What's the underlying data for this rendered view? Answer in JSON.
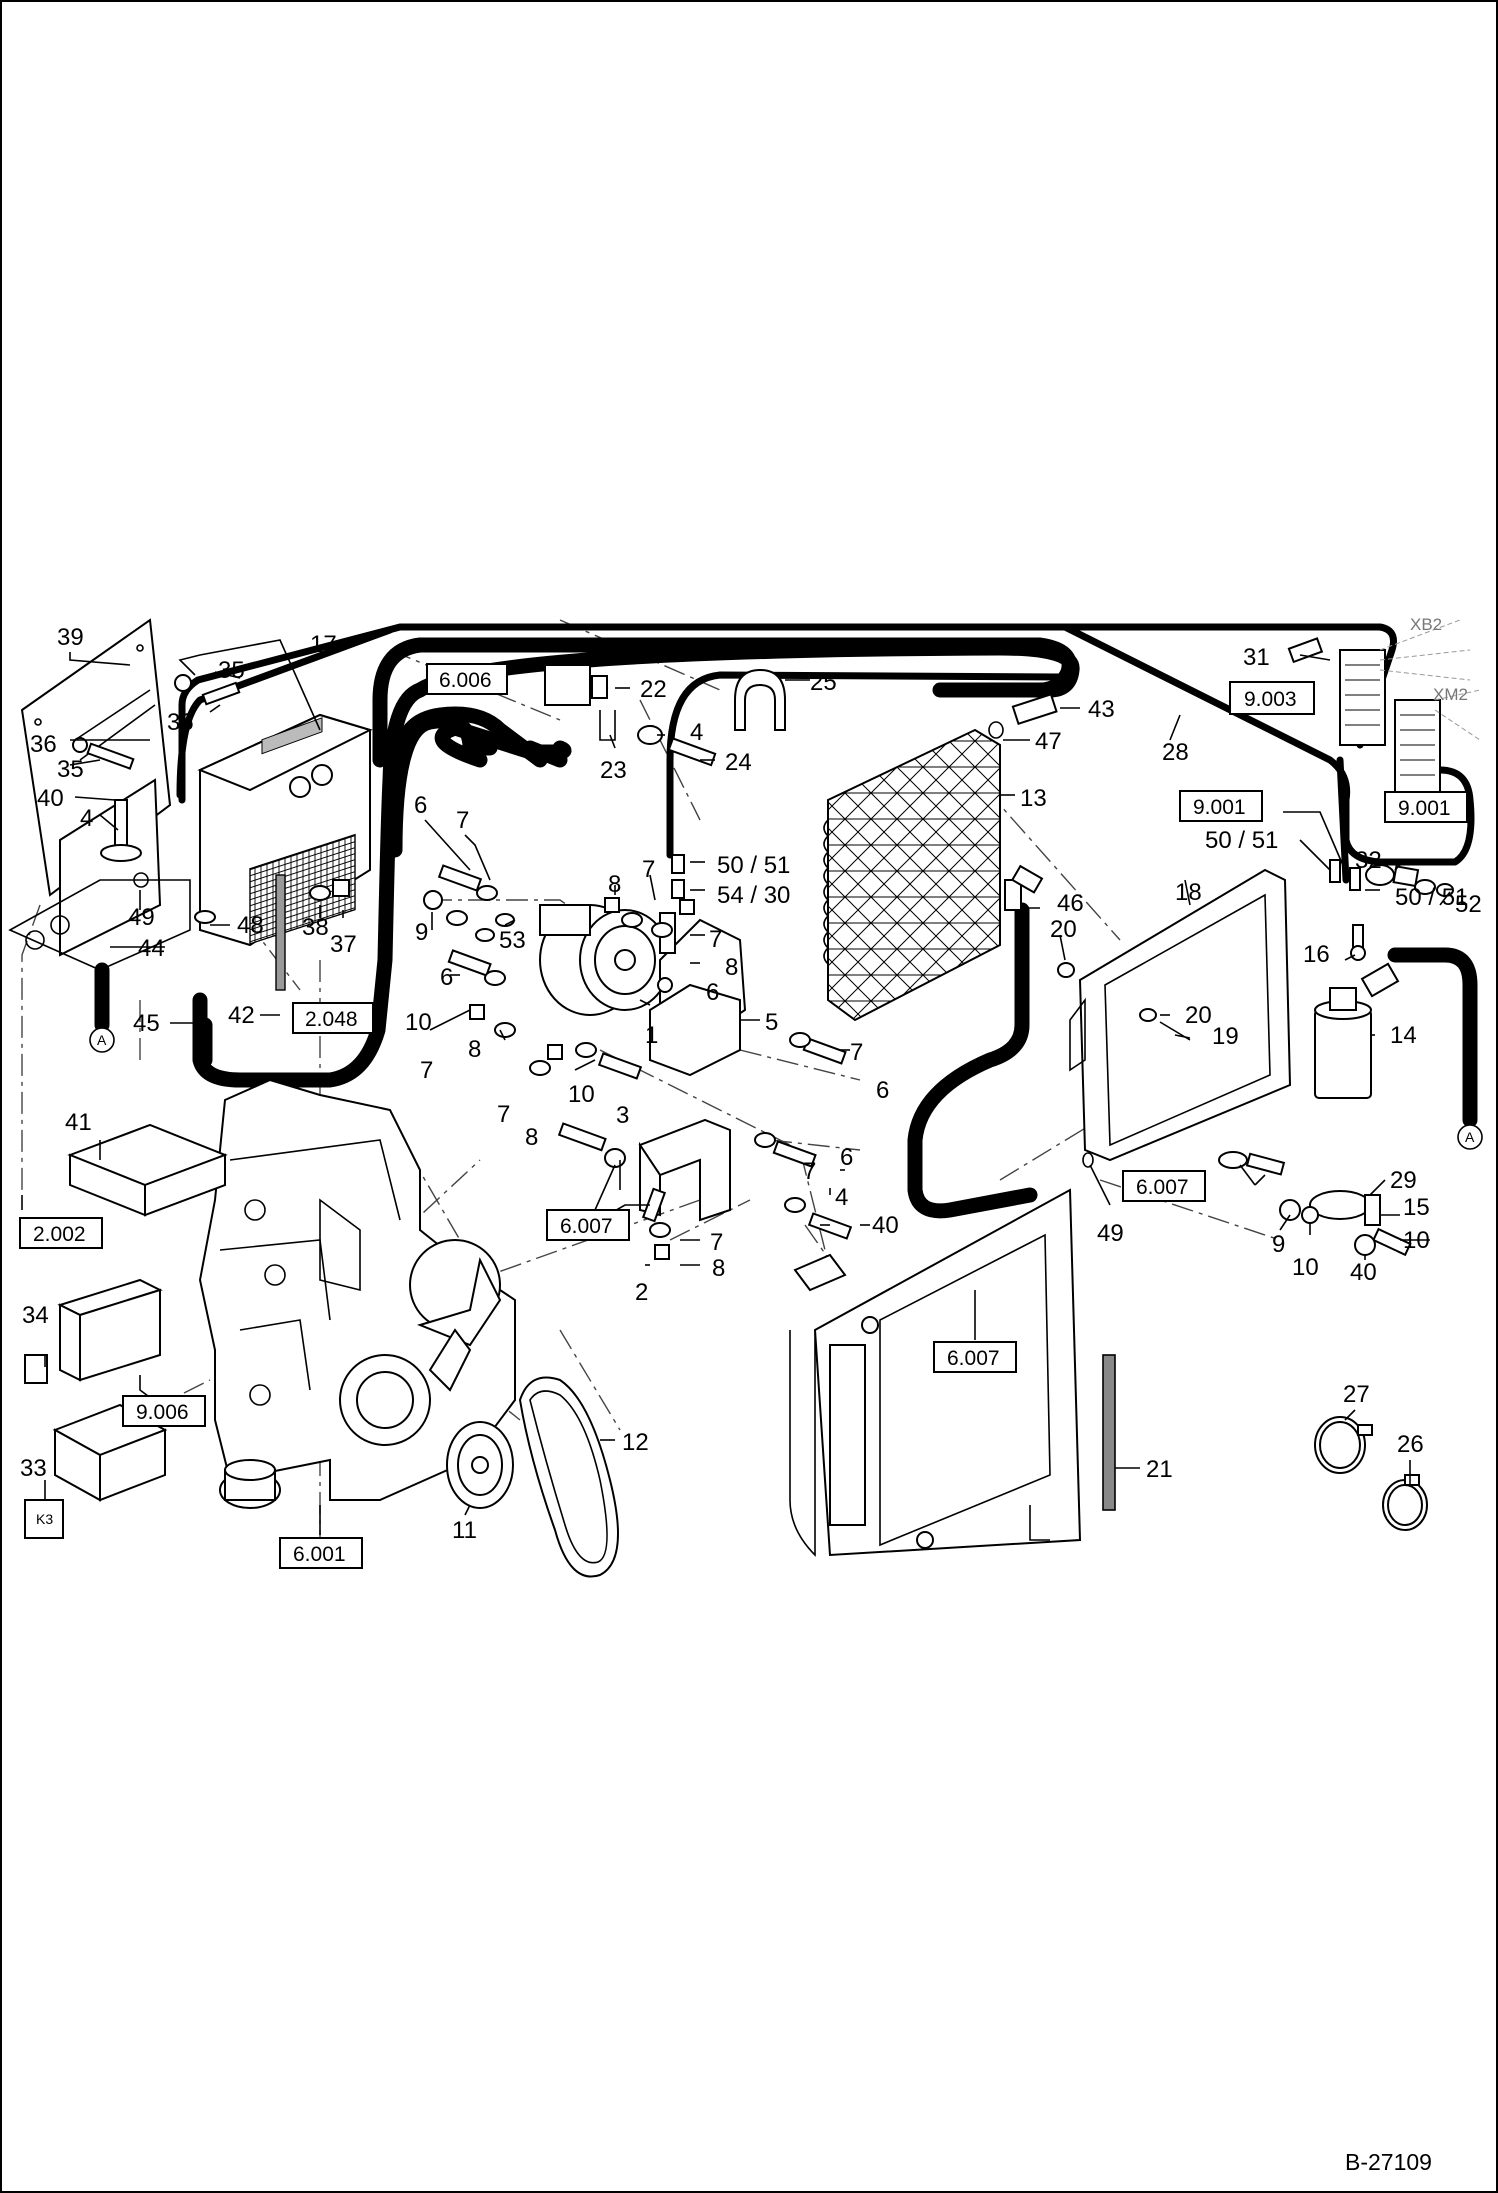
{
  "drawing_id": "B-27109",
  "connector_labels": {
    "xb2": "XB2",
    "xm2": "XM2"
  },
  "connection_markers": {
    "a_left": "A",
    "a_right": "A"
  },
  "part_labels": [
    {
      "id": "p39",
      "text": "39"
    },
    {
      "id": "p17",
      "text": "17"
    },
    {
      "id": "p35a",
      "text": "35"
    },
    {
      "id": "p36a",
      "text": "36"
    },
    {
      "id": "p36b",
      "text": "36"
    },
    {
      "id": "p35b",
      "text": "35"
    },
    {
      "id": "p40a",
      "text": "40"
    },
    {
      "id": "p4a",
      "text": "4"
    },
    {
      "id": "p49a",
      "text": "49"
    },
    {
      "id": "p44",
      "text": "44"
    },
    {
      "id": "p48",
      "text": "48"
    },
    {
      "id": "p38",
      "text": "38"
    },
    {
      "id": "p37",
      "text": "37"
    },
    {
      "id": "p45",
      "text": "45"
    },
    {
      "id": "p42",
      "text": "42"
    },
    {
      "id": "p22",
      "text": "22"
    },
    {
      "id": "p23",
      "text": "23"
    },
    {
      "id": "p4b",
      "text": "4"
    },
    {
      "id": "p24",
      "text": "24"
    },
    {
      "id": "p25",
      "text": "25"
    },
    {
      "id": "p43",
      "text": "43"
    },
    {
      "id": "p47",
      "text": "47"
    },
    {
      "id": "p28",
      "text": "28"
    },
    {
      "id": "p31",
      "text": "31"
    },
    {
      "id": "p13",
      "text": "13"
    },
    {
      "id": "p6a",
      "text": "6"
    },
    {
      "id": "p7a",
      "text": "7"
    },
    {
      "id": "p5051a",
      "text": "50 / 51"
    },
    {
      "id": "p5430",
      "text": "54 / 30"
    },
    {
      "id": "p8a",
      "text": "8"
    },
    {
      "id": "p7b",
      "text": "7"
    },
    {
      "id": "p9a",
      "text": "9"
    },
    {
      "id": "p53",
      "text": "53"
    },
    {
      "id": "p7c",
      "text": "7"
    },
    {
      "id": "p8b",
      "text": "8"
    },
    {
      "id": "p6b",
      "text": "6"
    },
    {
      "id": "p6c",
      "text": "6"
    },
    {
      "id": "p10a",
      "text": "10"
    },
    {
      "id": "p1",
      "text": "1"
    },
    {
      "id": "p5",
      "text": "5"
    },
    {
      "id": "p7d",
      "text": "7"
    },
    {
      "id": "p8c",
      "text": "8"
    },
    {
      "id": "p7e",
      "text": "7"
    },
    {
      "id": "p10b",
      "text": "10"
    },
    {
      "id": "p3",
      "text": "3"
    },
    {
      "id": "p8d",
      "text": "8"
    },
    {
      "id": "p7f",
      "text": "7"
    },
    {
      "id": "p6d",
      "text": "6"
    },
    {
      "id": "p7g",
      "text": "7"
    },
    {
      "id": "p6e",
      "text": "6"
    },
    {
      "id": "p4c",
      "text": "4"
    },
    {
      "id": "p40b",
      "text": "40"
    },
    {
      "id": "p7h",
      "text": "7"
    },
    {
      "id": "p8e",
      "text": "8"
    },
    {
      "id": "p2",
      "text": "2"
    },
    {
      "id": "p46",
      "text": "46"
    },
    {
      "id": "p20a",
      "text": "20"
    },
    {
      "id": "p18",
      "text": "18"
    },
    {
      "id": "p20b",
      "text": "20"
    },
    {
      "id": "p19",
      "text": "19"
    },
    {
      "id": "p5051b",
      "text": "50  /  51"
    },
    {
      "id": "p32",
      "text": "32"
    },
    {
      "id": "p52",
      "text": "52"
    },
    {
      "id": "p5051c",
      "text": "50 / 51"
    },
    {
      "id": "p16",
      "text": "16"
    },
    {
      "id": "p14",
      "text": "14"
    },
    {
      "id": "p29",
      "text": "29"
    },
    {
      "id": "p15",
      "text": "15"
    },
    {
      "id": "p9b",
      "text": "9"
    },
    {
      "id": "p10c",
      "text": "10"
    },
    {
      "id": "p10d",
      "text": "10"
    },
    {
      "id": "p40c",
      "text": "40"
    },
    {
      "id": "p49b",
      "text": "49"
    },
    {
      "id": "p41",
      "text": "41"
    },
    {
      "id": "p34",
      "text": "34"
    },
    {
      "id": "p33",
      "text": "33"
    },
    {
      "id": "p12",
      "text": "12"
    },
    {
      "id": "p11",
      "text": "11"
    },
    {
      "id": "p21",
      "text": "21"
    },
    {
      "id": "p27",
      "text": "27"
    },
    {
      "id": "p26",
      "text": "26"
    }
  ],
  "reference_boxes": [
    {
      "id": "r6006",
      "text": "6.006"
    },
    {
      "id": "r9003",
      "text": "9.003"
    },
    {
      "id": "r9001a",
      "text": "9.001"
    },
    {
      "id": "r9001b",
      "text": "9.001"
    },
    {
      "id": "r2048",
      "text": "2.048"
    },
    {
      "id": "r6007a",
      "text": "6.007"
    },
    {
      "id": "r6007b",
      "text": "6.007"
    },
    {
      "id": "r6007c",
      "text": "6.007"
    },
    {
      "id": "r2002",
      "text": "2.002"
    },
    {
      "id": "r9006",
      "text": "9.006"
    },
    {
      "id": "r6001",
      "text": "6.001"
    }
  ]
}
